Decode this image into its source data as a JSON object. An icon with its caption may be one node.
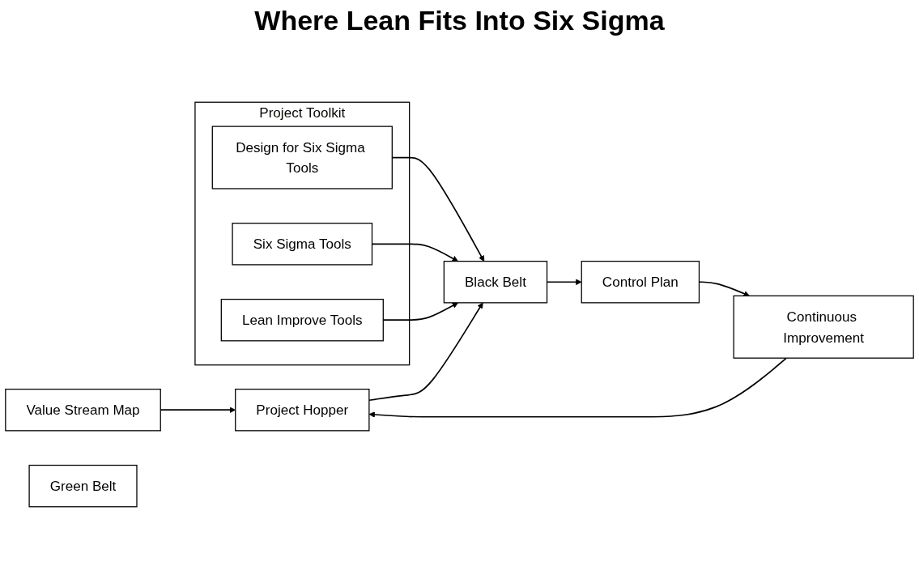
{
  "diagram": {
    "title": "Where Lean Fits Into Six Sigma",
    "nodes": [
      {
        "text": [
          "Value Stream Map"
        ]
      },
      {
        "text": [
          "Continuous Improvement"
        ]
      },
      {
        "text": [
          "Project Hopper"
        ]
      },
      {
        "text": [
          "Green Belt"
        ]
      },
      {
        "text": [
          "Black Belt"
        ]
      },
      {
        "text": [
          "Control Plan"
        ]
      },
      {
        "text": [
          "Project Toolkit"
        ]
      },
      {
        "text": [
          "Design for Six Sigma Tools"
        ],
        "in": 6
      },
      {
        "text": [
          "Six Sigma Tools"
        ],
        "in": 6
      },
      {
        "text": [
          "Lean Improve Tools"
        ],
        "in": 6
      }
    ],
    "edges": [
      {
        "from": 0,
        "to": 2,
        "arrow": "to"
      },
      {
        "from": 1,
        "to": 2,
        "arrow": "to"
      },
      {
        "from": 2,
        "to": 4,
        "arrow": "to"
      },
      {
        "from": 4,
        "to": 5,
        "arrow": "to"
      },
      {
        "from": 5,
        "to": 1,
        "arrow": "to"
      },
      {
        "from": 7,
        "to": 4,
        "arrow": "to"
      },
      {
        "from": 8,
        "to": 4,
        "arrow": "to"
      },
      {
        "from": 9,
        "to": 4,
        "arrow": "to"
      }
    ]
  }
}
